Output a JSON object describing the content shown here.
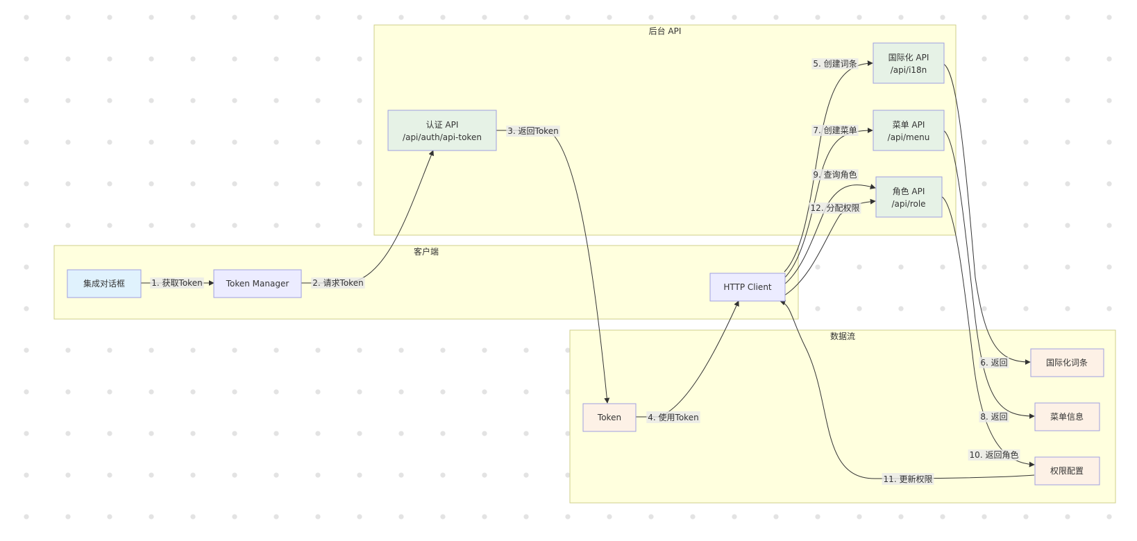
{
  "clusters": [
    {
      "id": "backend",
      "title": "后台 API"
    },
    {
      "id": "client",
      "title": "客户端"
    },
    {
      "id": "dataflow",
      "title": "数据流"
    }
  ],
  "nodes": [
    {
      "id": "dialog",
      "lines": [
        "集成对话框"
      ],
      "fill": "#e0f2fd",
      "stroke": "#9fc7e8"
    },
    {
      "id": "tokenmgr",
      "lines": [
        "Token Manager"
      ],
      "fill": "#ececff",
      "stroke": "#9f9fe0"
    },
    {
      "id": "httpclient",
      "lines": [
        "HTTP Client"
      ],
      "fill": "#ececff",
      "stroke": "#9f9fe0"
    },
    {
      "id": "authapi",
      "lines": [
        "认证 API",
        "/api/auth/api-token"
      ],
      "fill": "#e6f2e6",
      "stroke": "#9f9fe0"
    },
    {
      "id": "i18napi",
      "lines": [
        "国际化 API",
        "/api/i18n"
      ],
      "fill": "#e6f2e6",
      "stroke": "#9f9fe0"
    },
    {
      "id": "menuapi",
      "lines": [
        "菜单 API",
        "/api/menu"
      ],
      "fill": "#e6f2e6",
      "stroke": "#9f9fe0"
    },
    {
      "id": "roleapi",
      "lines": [
        "角色 API",
        "/api/role"
      ],
      "fill": "#e6f2e6",
      "stroke": "#9f9fe0"
    },
    {
      "id": "token",
      "lines": [
        "Token"
      ],
      "fill": "#fdf1e6",
      "stroke": "#b9a6e0"
    },
    {
      "id": "i18nentry",
      "lines": [
        "国际化词条"
      ],
      "fill": "#fdf1e6",
      "stroke": "#b9a6e0"
    },
    {
      "id": "menuinfo",
      "lines": [
        "菜单信息"
      ],
      "fill": "#fdf1e6",
      "stroke": "#b9a6e0"
    },
    {
      "id": "permconf",
      "lines": [
        "权限配置"
      ],
      "fill": "#fdf1e6",
      "stroke": "#b9a6e0"
    }
  ],
  "edges": [
    {
      "id": "e1",
      "label": "1. 获取Token"
    },
    {
      "id": "e2",
      "label": "2. 请求Token"
    },
    {
      "id": "e3",
      "label": "3. 返回Token"
    },
    {
      "id": "e4",
      "label": "4. 使用Token"
    },
    {
      "id": "e5",
      "label": "5. 创建词条"
    },
    {
      "id": "e6",
      "label": "6. 返回"
    },
    {
      "id": "e7",
      "label": "7. 创建菜单"
    },
    {
      "id": "e8",
      "label": "8. 返回"
    },
    {
      "id": "e9",
      "label": "9. 查询角色"
    },
    {
      "id": "e10",
      "label": "10. 返回角色"
    },
    {
      "id": "e11",
      "label": "11. 更新权限"
    },
    {
      "id": "e12",
      "label": "12. 分配权限"
    }
  ]
}
